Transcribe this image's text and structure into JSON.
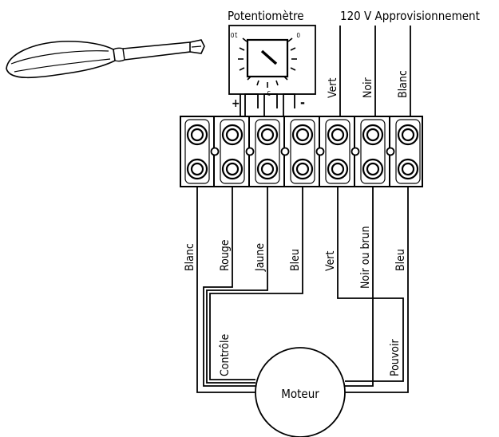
{
  "labels": {
    "potentiometer": "Potentiomètre",
    "supply": "120 V Approvisionnement",
    "motor": "Moteur",
    "control": "Contrôle",
    "power": "Pouvoir",
    "plus": "+",
    "minus": "-",
    "dial_zero": "0",
    "dial_five": "5",
    "dial_ten": "10"
  },
  "supply_wires": [
    "Vert",
    "Noir",
    "Blanc"
  ],
  "lower_wires": [
    "Blanc",
    "Rouge",
    "Jaune",
    "Bleu",
    "Vert",
    "Noir ou brun",
    "Bleu"
  ]
}
